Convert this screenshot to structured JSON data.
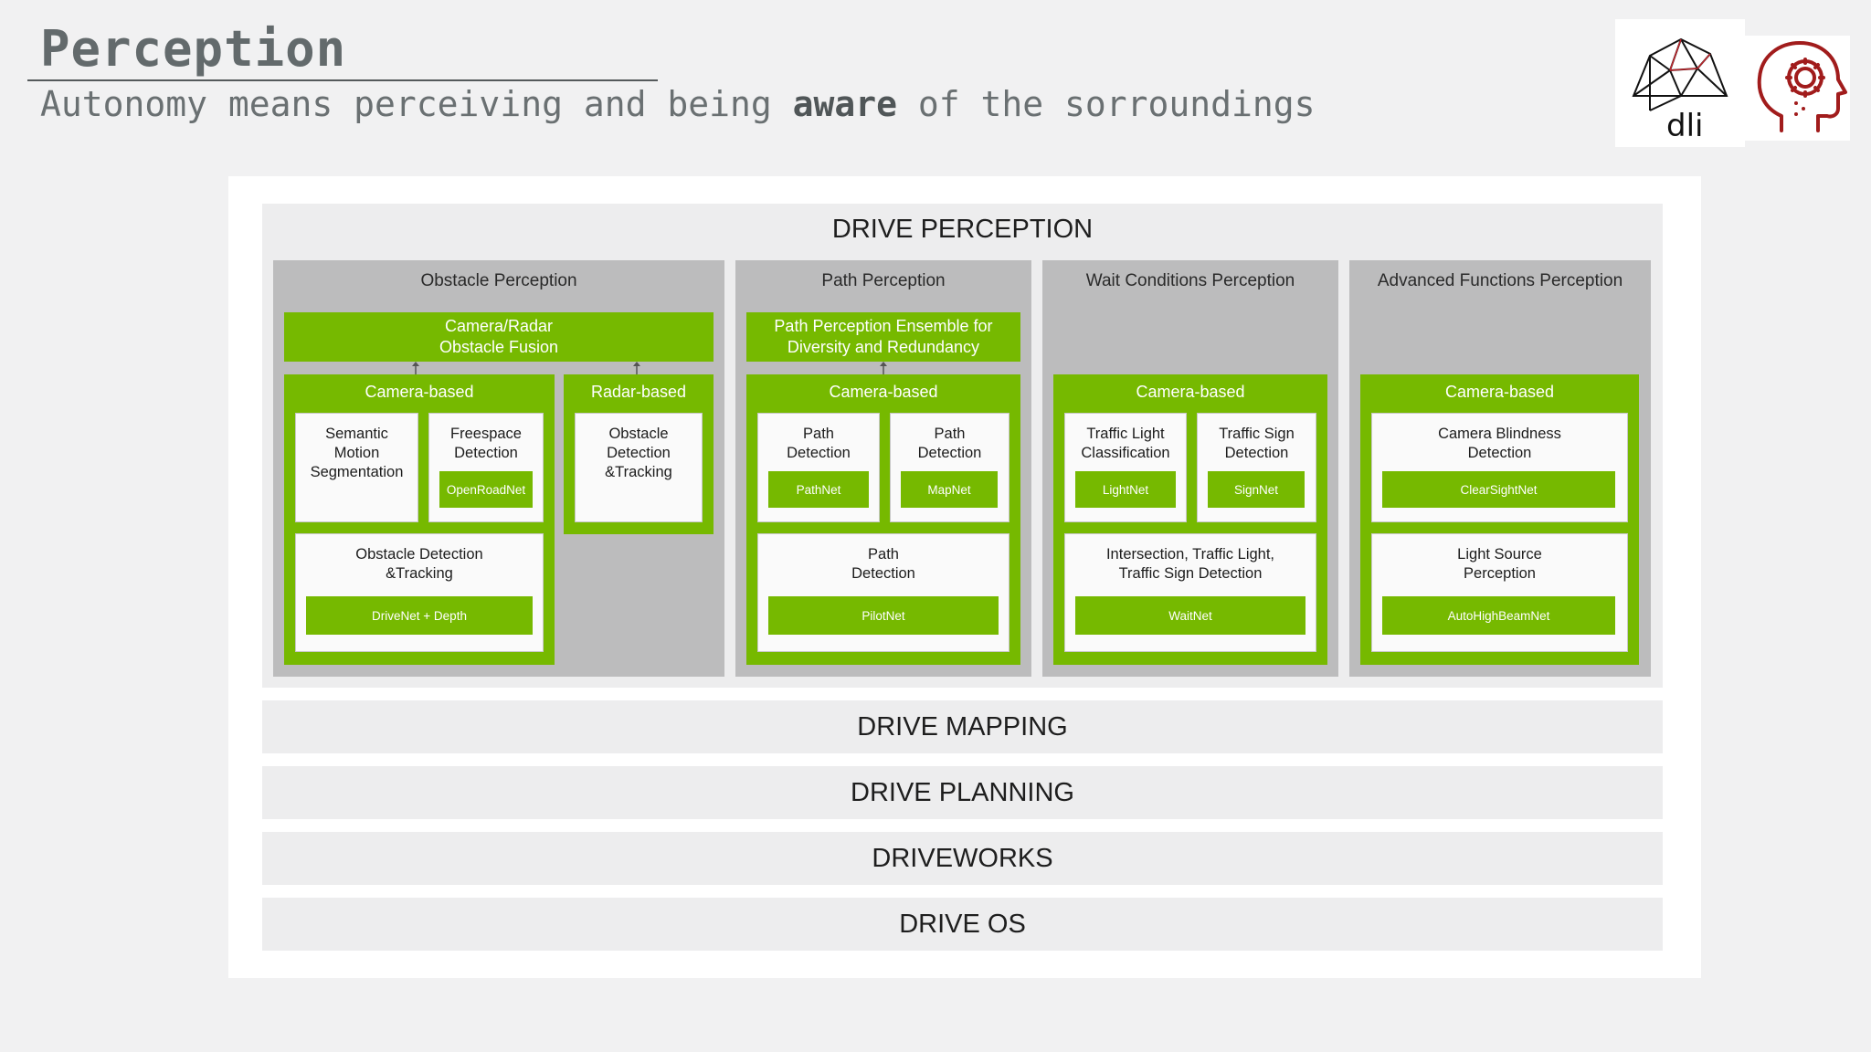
{
  "header": {
    "title": "Perception",
    "subtitle_before": "Autonomy means perceiving and being ",
    "subtitle_bold": "aware",
    "subtitle_after": " of the sorroundings",
    "logo_text": "dli"
  },
  "diagram": {
    "perception_title": "DRIVE PERCEPTION",
    "columns": {
      "obstacle": {
        "title": "Obstacle Perception",
        "fusion": "Camera/Radar\nObstacle Fusion",
        "camera_title": "Camera-based",
        "semantic": "Semantic\nMotion\nSegmentation",
        "freespace": "Freespace\nDetection",
        "freespace_net": "OpenRoadNet",
        "obstacle_det": "Obstacle Detection\n&Tracking",
        "obstacle_net": "DriveNet + Depth",
        "radar_title": "Radar-based",
        "radar_box": "Obstacle\nDetection\n&Tracking"
      },
      "path": {
        "title": "Path Perception",
        "ensemble": "Path Perception Ensemble for\nDiversity and Redundancy",
        "camera_title": "Camera-based",
        "path_det_1": "Path\nDetection",
        "path_net_1": "PathNet",
        "path_det_2": "Path\nDetection",
        "path_net_2": "MapNet",
        "path_det_3": "Path\nDetection",
        "path_net_3": "PilotNet"
      },
      "wait": {
        "title": "Wait Conditions Perception",
        "camera_title": "Camera-based",
        "traffic_light": "Traffic Light\nClassification",
        "traffic_light_net": "LightNet",
        "traffic_sign": "Traffic Sign\nDetection",
        "traffic_sign_net": "SignNet",
        "intersection": "Intersection, Traffic Light,\nTraffic Sign Detection",
        "intersection_net": "WaitNet"
      },
      "advanced": {
        "title": "Advanced Functions Perception",
        "camera_title": "Camera-based",
        "blindness": "Camera Blindness\nDetection",
        "blindness_net": "ClearSightNet",
        "light_source": "Light Source\nPerception",
        "light_source_net": "AutoHighBeamNet"
      }
    },
    "layers": [
      "DRIVE MAPPING",
      "DRIVE PLANNING",
      "DRIVEWORKS",
      "DRIVE OS"
    ]
  },
  "colors": {
    "nvidia_green": "#76b900",
    "column_gray": "#bcbcbd",
    "panel_gray": "#ededee",
    "logo_red": "#a11c1c"
  }
}
